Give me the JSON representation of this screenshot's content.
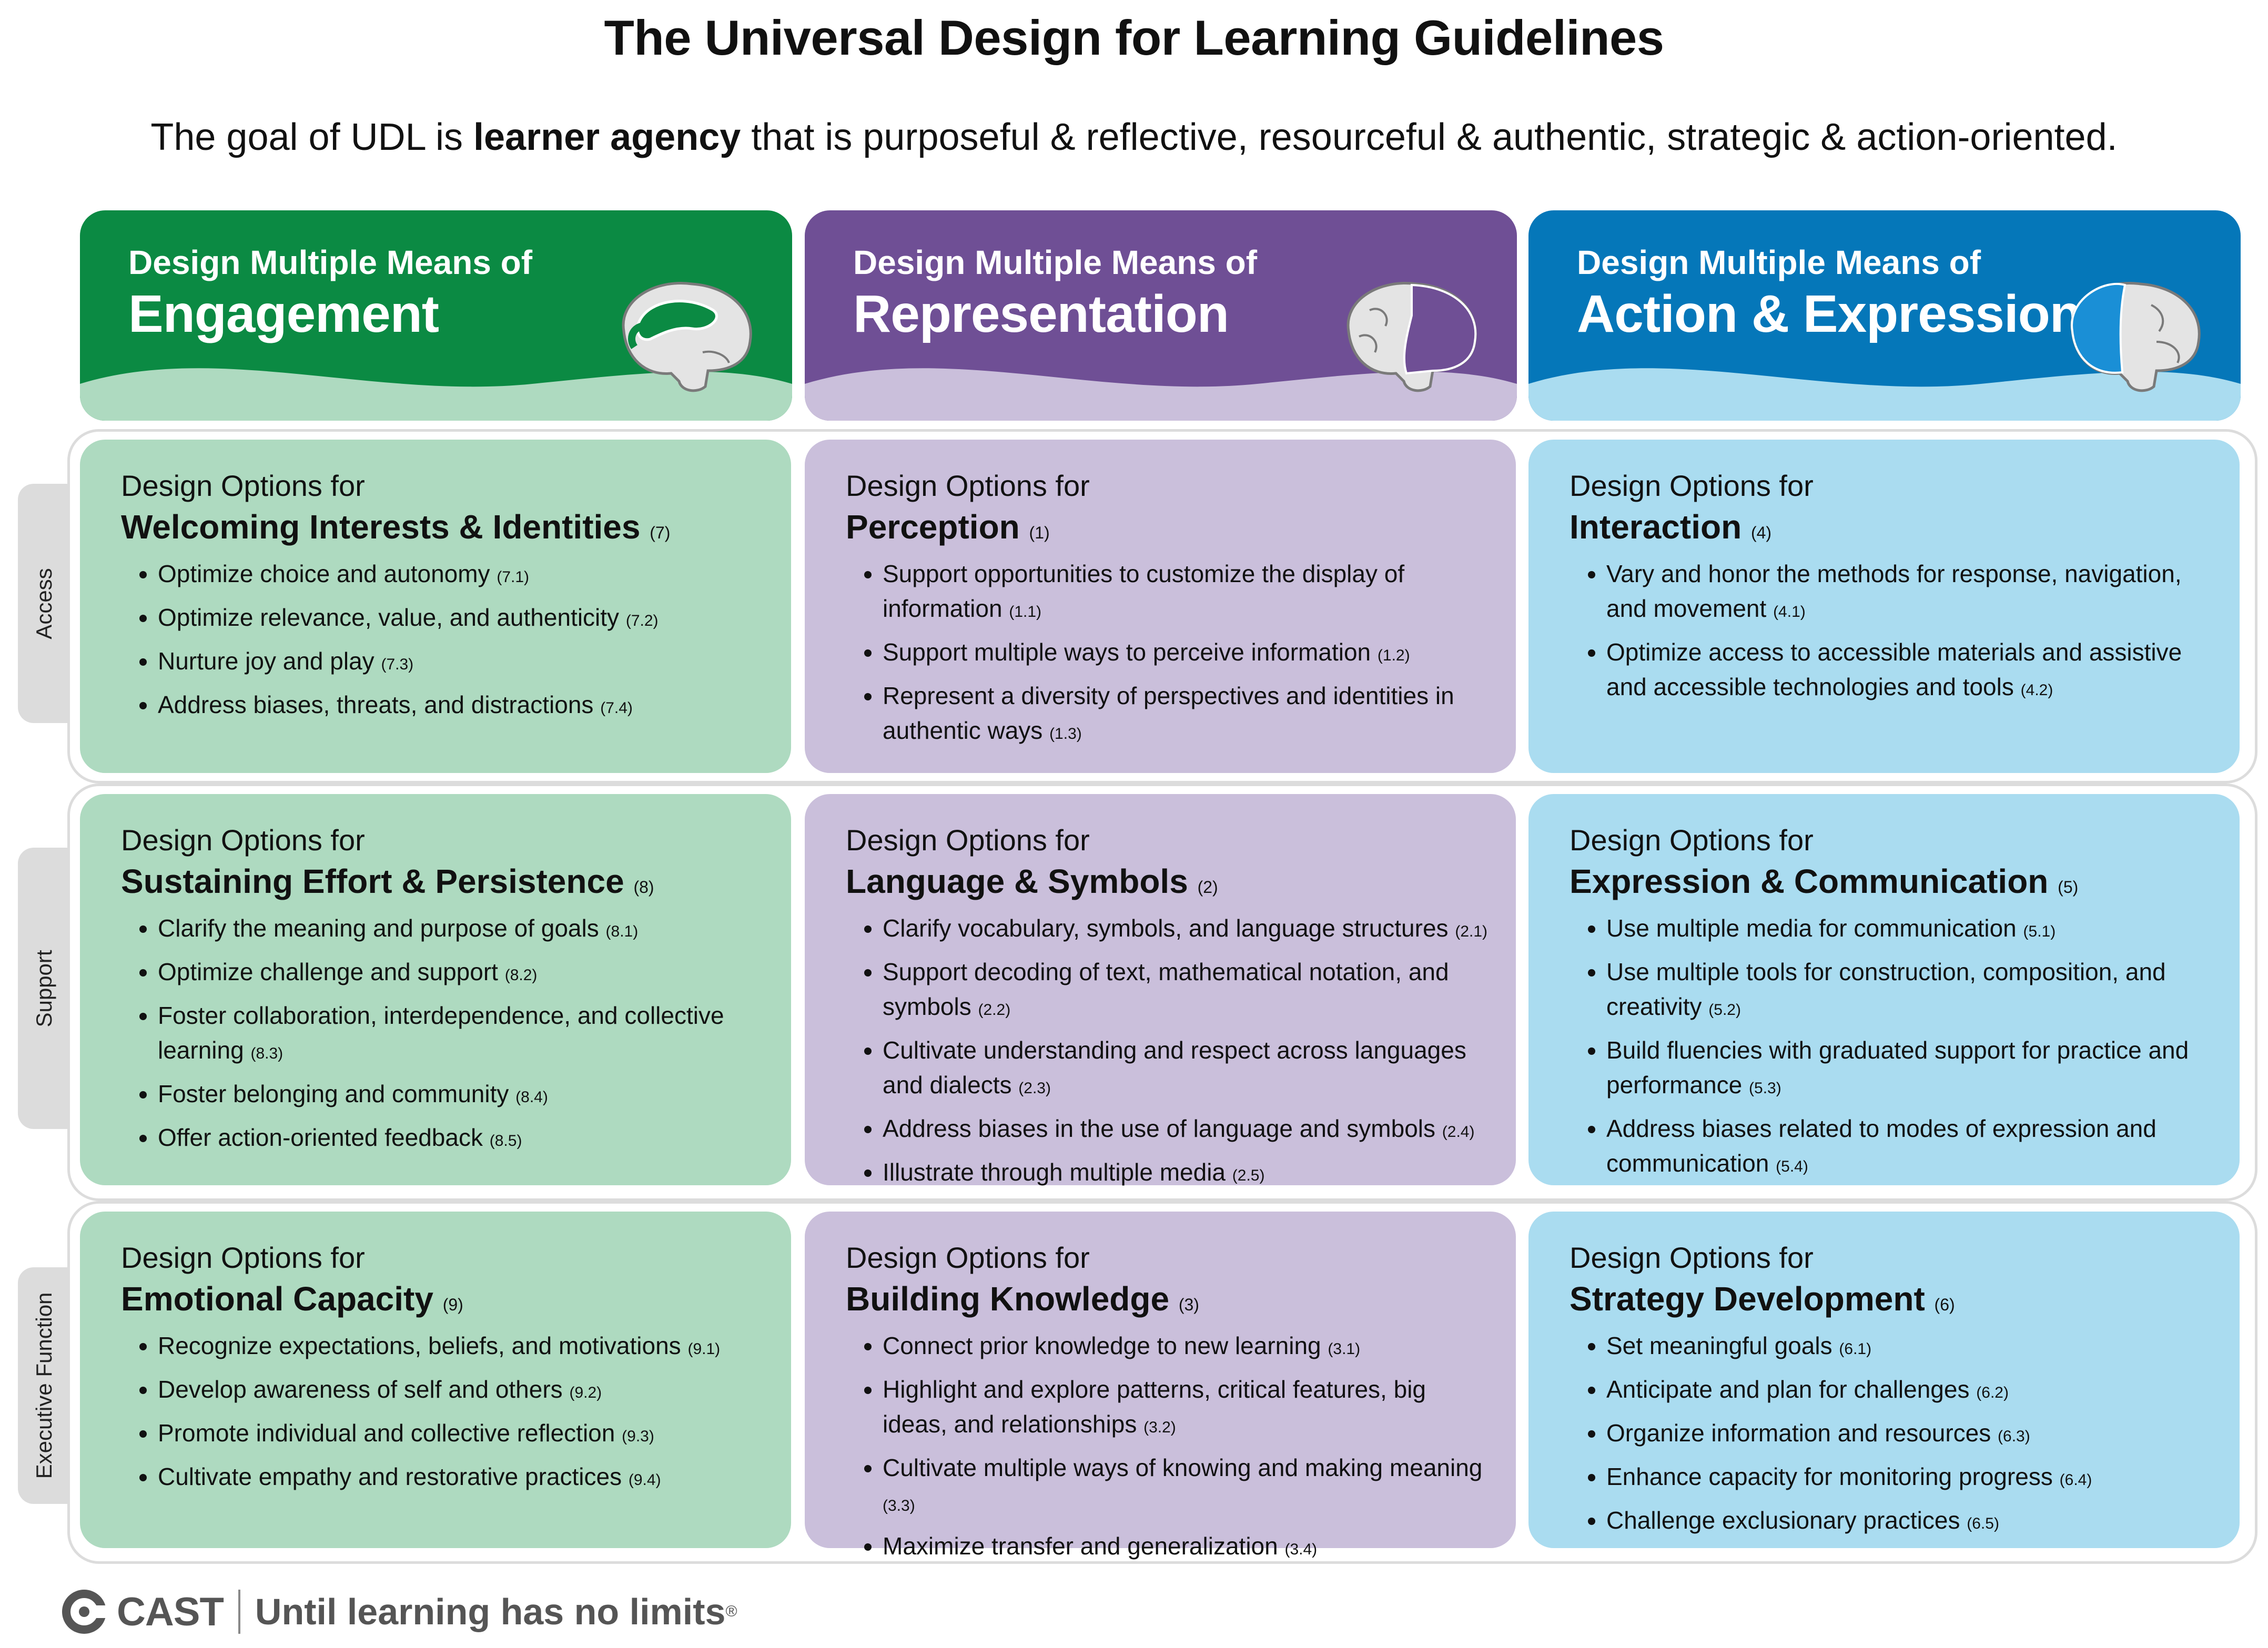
{
  "title": "The Universal Design for Learning Guidelines",
  "subtitle": {
    "before": "The goal of UDL is ",
    "bold": "learner agency",
    "after": " that is purposeful & reflective, resourceful & authentic, strategic & action-oriented."
  },
  "colors": {
    "engagement_header": "#0b8a43",
    "engagement_wave": "#aedac0",
    "engagement_cell": "#aedac0",
    "representation_header": "#6f4f95",
    "representation_wave": "#cabfdb",
    "representation_cell": "#cabfdb",
    "action_header": "#0577b9",
    "action_wave": "#aadcf0",
    "action_cell": "#aadcf0",
    "row_frame": "#dcdcdc"
  },
  "columns": [
    {
      "kicker": "Design Multiple Means of",
      "name": "Engagement",
      "icon": "brain-icon"
    },
    {
      "kicker": "Design Multiple Means of",
      "name": "Representation",
      "icon": "brain-icon"
    },
    {
      "kicker": "Design Multiple Means of",
      "name": "Action & Expression",
      "icon": "brain-icon"
    }
  ],
  "rows": [
    {
      "label": "Access"
    },
    {
      "label": "Support"
    },
    {
      "label": "Executive Function"
    }
  ],
  "cells": {
    "engagement": [
      {
        "pre": "Design Options for",
        "heading": "Welcoming Interests & Identities",
        "num": "(7)",
        "items": [
          {
            "text": "Optimize choice and autonomy",
            "ref": "(7.1)"
          },
          {
            "text": "Optimize relevance, value, and authenticity",
            "ref": "(7.2)"
          },
          {
            "text": "Nurture joy and play",
            "ref": "(7.3)"
          },
          {
            "text": "Address biases, threats, and distractions",
            "ref": "(7.4)"
          }
        ]
      },
      {
        "pre": "Design Options for",
        "heading": "Sustaining Effort & Persistence",
        "num": "(8)",
        "items": [
          {
            "text": "Clarify the meaning and purpose of goals",
            "ref": "(8.1)"
          },
          {
            "text": "Optimize challenge and support",
            "ref": "(8.2)"
          },
          {
            "text": "Foster collaboration, interdependence, and collective learning",
            "ref": "(8.3)"
          },
          {
            "text": "Foster belonging and community",
            "ref": "(8.4)"
          },
          {
            "text": "Offer action-oriented feedback",
            "ref": "(8.5)"
          }
        ]
      },
      {
        "pre": "Design Options for",
        "heading": "Emotional Capacity",
        "num": "(9)",
        "items": [
          {
            "text": "Recognize expectations, beliefs, and motivations",
            "ref": "(9.1)"
          },
          {
            "text": "Develop awareness of self and others",
            "ref": "(9.2)"
          },
          {
            "text": "Promote individual and collective reflection",
            "ref": "(9.3)"
          },
          {
            "text": "Cultivate empathy and restorative practices",
            "ref": "(9.4)"
          }
        ]
      }
    ],
    "representation": [
      {
        "pre": "Design Options for",
        "heading": "Perception",
        "num": "(1)",
        "items": [
          {
            "text": "Support opportunities to customize the display of information",
            "ref": "(1.1)"
          },
          {
            "text": "Support multiple ways to perceive information",
            "ref": "(1.2)"
          },
          {
            "text": "Represent a diversity of perspectives and identities in authentic ways",
            "ref": "(1.3)"
          }
        ]
      },
      {
        "pre": "Design Options for",
        "heading": "Language & Symbols",
        "num": "(2)",
        "items": [
          {
            "text": "Clarify vocabulary, symbols, and language structures",
            "ref": "(2.1)"
          },
          {
            "text": "Support decoding of text, mathematical notation, and symbols",
            "ref": "(2.2)"
          },
          {
            "text": "Cultivate understanding and respect across languages and dialects",
            "ref": "(2.3)"
          },
          {
            "text": "Address biases in the use of language and symbols",
            "ref": "(2.4)"
          },
          {
            "text": "Illustrate through multiple media",
            "ref": "(2.5)"
          }
        ]
      },
      {
        "pre": "Design Options for",
        "heading": "Building Knowledge",
        "num": "(3)",
        "items": [
          {
            "text": "Connect prior knowledge to new learning",
            "ref": "(3.1)"
          },
          {
            "text": "Highlight and explore patterns, critical features, big ideas, and relationships",
            "ref": "(3.2)"
          },
          {
            "text": "Cultivate multiple ways of knowing and making meaning",
            "ref": "(3.3)"
          },
          {
            "text": "Maximize transfer and generalization",
            "ref": "(3.4)"
          }
        ]
      }
    ],
    "action": [
      {
        "pre": "Design Options for",
        "heading": "Interaction",
        "num": "(4)",
        "items": [
          {
            "text": "Vary and honor the methods for response, navigation, and movement",
            "ref": "(4.1)"
          },
          {
            "text": "Optimize access to accessible materials and assistive and accessible technologies and tools",
            "ref": "(4.2)"
          }
        ]
      },
      {
        "pre": "Design Options for",
        "heading": "Expression & Communication",
        "num": "(5)",
        "items": [
          {
            "text": "Use multiple media for communication",
            "ref": "(5.1)"
          },
          {
            "text": "Use multiple tools for construction, composition, and creativity",
            "ref": "(5.2)"
          },
          {
            "text": "Build fluencies with graduated support for practice and performance",
            "ref": "(5.3)"
          },
          {
            "text": "Address biases related to modes of expression and communication",
            "ref": "(5.4)"
          }
        ]
      },
      {
        "pre": "Design Options for",
        "heading": "Strategy Development",
        "num": "(6)",
        "items": [
          {
            "text": "Set meaningful goals",
            "ref": "(6.1)"
          },
          {
            "text": "Anticipate and plan for challenges",
            "ref": "(6.2)"
          },
          {
            "text": "Organize information and resources",
            "ref": "(6.3)"
          },
          {
            "text": "Enhance capacity for monitoring progress",
            "ref": "(6.4)"
          },
          {
            "text": "Challenge exclusionary practices",
            "ref": "(6.5)"
          }
        ]
      }
    ]
  },
  "footer": {
    "brand": "CAST",
    "tagline": "Until learning has no limits",
    "reg": "®",
    "icon": "cast-logo-icon"
  }
}
